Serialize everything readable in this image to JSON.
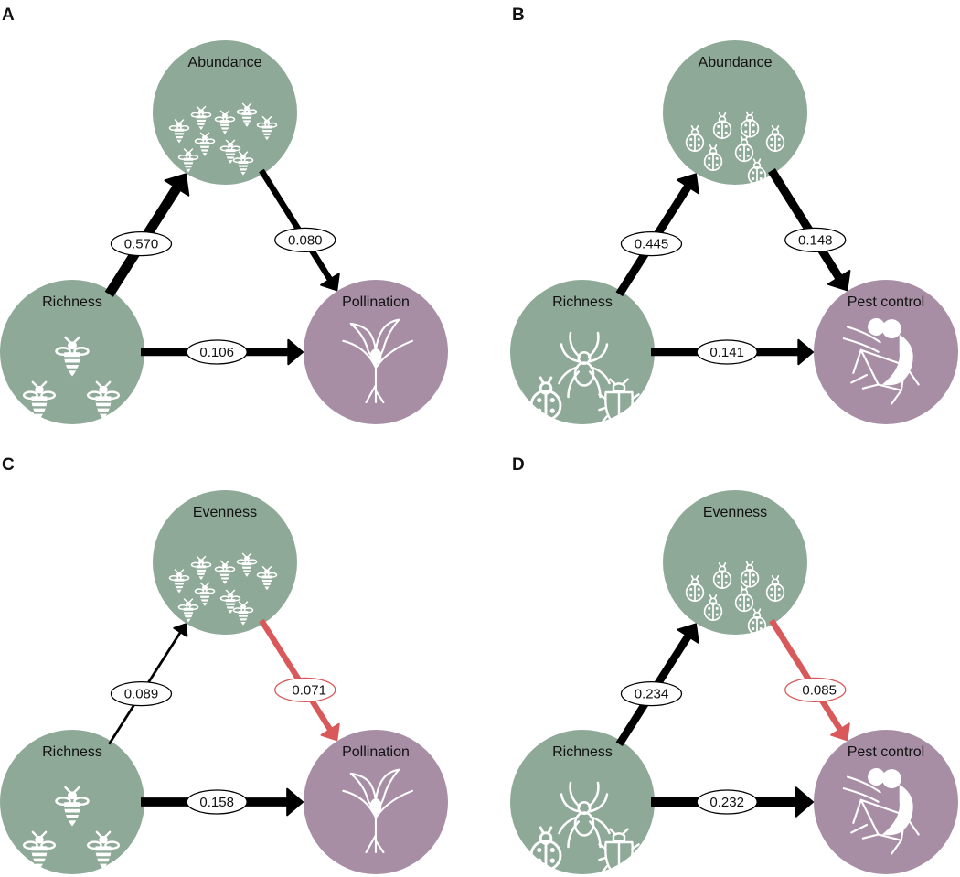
{
  "colors": {
    "node_green": "#8ea997",
    "node_purple": "#a78ea5",
    "positive": "#000000",
    "negative": "#d9595a",
    "label_bg": "#ffffff"
  },
  "panels": [
    {
      "letter": "A",
      "nodes": {
        "top": {
          "label": "Abundance",
          "kind": "mediator",
          "icon": "bee-swarm-icon"
        },
        "left": {
          "label": "Richness",
          "kind": "predictor",
          "icon": "bees-icon"
        },
        "right": {
          "label": "Pollination",
          "kind": "service",
          "icon": "flower-icon"
        }
      },
      "paths": {
        "left_top": {
          "coef": "0.570",
          "sign": "positive",
          "strength": 0.57
        },
        "top_right": {
          "coef": "0.080",
          "sign": "positive",
          "strength": 0.3
        },
        "left_right": {
          "coef": "0.106",
          "sign": "positive",
          "strength": 0.42
        }
      }
    },
    {
      "letter": "B",
      "nodes": {
        "top": {
          "label": "Abundance",
          "kind": "mediator",
          "icon": "ladybird-swarm-icon"
        },
        "left": {
          "label": "Richness",
          "kind": "predictor",
          "icon": "predators-icon"
        },
        "right": {
          "label": "Pest control",
          "kind": "service",
          "icon": "aphid-predation-icon"
        }
      },
      "paths": {
        "left_top": {
          "coef": "0.445",
          "sign": "positive",
          "strength": 0.445
        },
        "top_right": {
          "coef": "0.148",
          "sign": "positive",
          "strength": 0.47
        },
        "left_right": {
          "coef": "0.141",
          "sign": "positive",
          "strength": 0.42
        }
      }
    },
    {
      "letter": "C",
      "nodes": {
        "top": {
          "label": "Evenness",
          "kind": "mediator",
          "icon": "bee-swarm-icon"
        },
        "left": {
          "label": "Richness",
          "kind": "predictor",
          "icon": "bees-icon"
        },
        "right": {
          "label": "Pollination",
          "kind": "service",
          "icon": "flower-icon"
        }
      },
      "paths": {
        "left_top": {
          "coef": "0.089",
          "sign": "positive",
          "strength": 0.06
        },
        "top_right": {
          "coef": "−0.071",
          "sign": "negative",
          "strength": 0.28
        },
        "left_right": {
          "coef": "0.158",
          "sign": "positive",
          "strength": 0.5
        }
      }
    },
    {
      "letter": "D",
      "nodes": {
        "top": {
          "label": "Evenness",
          "kind": "mediator",
          "icon": "ladybird-swarm-icon"
        },
        "left": {
          "label": "Richness",
          "kind": "predictor",
          "icon": "predators-icon"
        },
        "right": {
          "label": "Pest control",
          "kind": "service",
          "icon": "aphid-predation-icon"
        }
      },
      "paths": {
        "left_top": {
          "coef": "0.234",
          "sign": "positive",
          "strength": 0.42
        },
        "top_right": {
          "coef": "−0.085",
          "sign": "negative",
          "strength": 0.3
        },
        "left_right": {
          "coef": "0.232",
          "sign": "positive",
          "strength": 0.6
        }
      }
    }
  ]
}
